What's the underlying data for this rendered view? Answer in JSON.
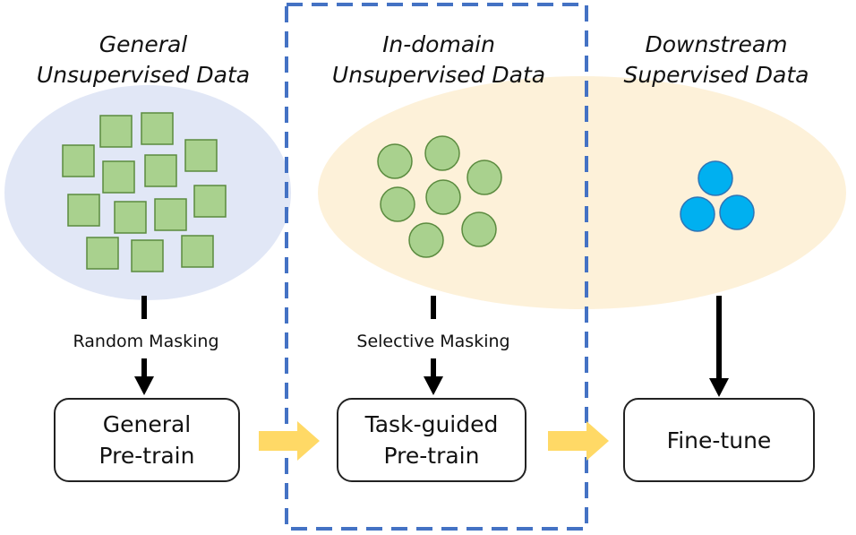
{
  "columns": [
    {
      "title_line1": "General",
      "title_line2": "Unsupervised Data",
      "mask_label": "Random Masking",
      "box_line1": "General",
      "box_line2": "Pre-train",
      "shape": "square",
      "shape_color": "#a9d18e",
      "cloud_color": "#dce3f5"
    },
    {
      "title_line1": "In-domain",
      "title_line2": "Unsupervised Data",
      "mask_label": "Selective Masking",
      "box_line1": "Task-guided",
      "box_line2": "Pre-train",
      "shape": "circle",
      "shape_color": "#a9d18e",
      "cloud_color": "#fdf0d5"
    },
    {
      "title_line1": "Downstream",
      "title_line2": "Supervised Data",
      "box_label": "Fine-tune",
      "shape": "circle",
      "shape_color": "#00b0f0"
    }
  ],
  "colors": {
    "highlight_frame": "#4472c4",
    "flow_arrow": "#ffd966",
    "shape_outline": "#5b8b3f",
    "blue_outline": "#2e75b6"
  }
}
